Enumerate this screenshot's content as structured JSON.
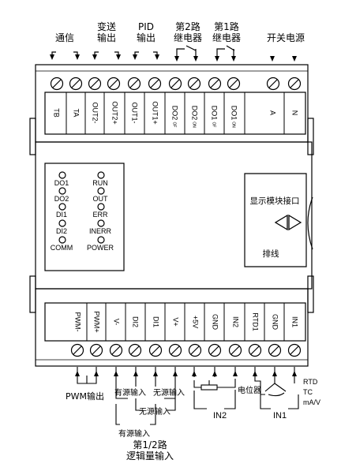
{
  "top_headers": [
    {
      "lines": [
        "通信"
      ]
    },
    {
      "lines": [
        "变送",
        "输出"
      ]
    },
    {
      "lines": [
        "PID",
        "输出"
      ]
    },
    {
      "lines": [
        "第2路",
        "继电器"
      ]
    },
    {
      "lines": [
        "第1路",
        "继电器"
      ]
    },
    {
      "lines": [
        "开关电源"
      ]
    }
  ],
  "top_terminals": [
    "TB",
    "TA",
    "OUT2-",
    "OUT2+",
    "OUT1-",
    "OUT1+",
    "DO2",
    "DO2",
    "DO1",
    "DO1",
    "A",
    "N"
  ],
  "top_terminal_subs": [
    "",
    "",
    "",
    "",
    "",
    "",
    "OF",
    "ON",
    "OF",
    "ON",
    "",
    ""
  ],
  "indicators": {
    "left": [
      "DO1",
      "DO2",
      "DI1",
      "DI2",
      "COMM"
    ],
    "right": [
      "RUN",
      "OUT",
      "ERR",
      "INERR",
      "POWER"
    ]
  },
  "display_port": {
    "title": "显示模块接口",
    "cable": "排线"
  },
  "bottom_terminals": [
    "PWM-",
    "PWM+",
    "V-",
    "DI2",
    "DI1",
    "V+",
    "+5V",
    "GND",
    "IN2",
    "RTD1",
    "GND",
    "IN1"
  ],
  "bottom_labels": {
    "pwm": "PWM输出",
    "active_input": "有源输入",
    "passive_input": "无源输入",
    "passive_input_2": "无源输入",
    "active_input_2": "有源输入",
    "logic_input_line1": "第1/2路",
    "logic_input_line2": "逻辑量输入",
    "potentiometer": "电位器",
    "in2": "IN2",
    "in1": "IN1",
    "rtd": "RTD",
    "tc": "TC",
    "ma_v": "mA/V"
  }
}
